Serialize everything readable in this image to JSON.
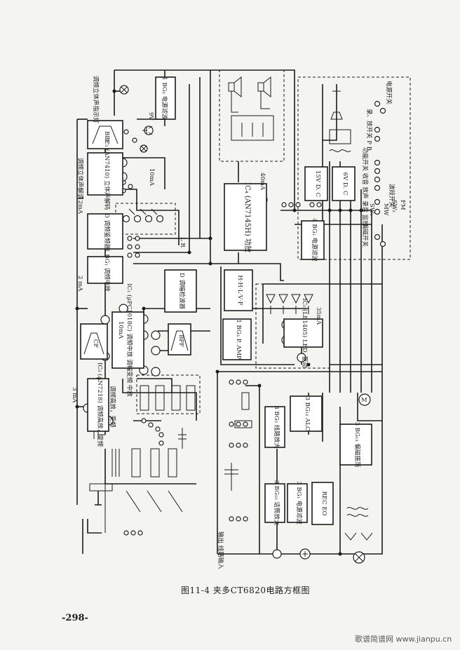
{
  "figure": {
    "caption": "图11-4  夹多CT6820电路方框图",
    "page_number": "-298-",
    "watermark": "歌谱简谱网 www.jianpu.cn"
  },
  "labels": {
    "stereo_indicator": "调频立体声指示灯",
    "stereo_decoder_side": "调频立体声解调",
    "i_12ma": "12mA",
    "i_2ma": "2 mA",
    "i_3ma": "3 mA",
    "i_10ma_left": "10mA",
    "i_10ma_mid": "10mA",
    "i_40ma": "40mA",
    "i_35ma": "35mA",
    "v_9v": "9V",
    "lr": "L  R",
    "out_in": "输出 线路输入",
    "tuner_side": "调频高放，变频"
  },
  "switches": {
    "power": "电源开关",
    "record_play": "录、放开关 P B",
    "function": "功能开关 收音 放声 录音 监放",
    "band_title": "波段开关",
    "band_mw": "MW",
    "band_sw1": "SW₁",
    "band_sw2": "SW₂",
    "band_fm": "FM",
    "bias": "偏磁开关"
  },
  "blocks": {
    "bg2": "1 BG₂ 电源滤波",
    "bpf_top": "BPF",
    "ic2": "IC₂ (AN7410) 立体声解码",
    "demod": "D 调频鉴频器",
    "fm_if": "1 BG₁ 调频中放",
    "cf": "CF",
    "ic1": "IC₁ (μPC1018C) 调频中放 调幅变频 中放",
    "bpf_mid": "BPF",
    "am_det": "D 调幅检波器",
    "ic3": "IC₃ (AN7218) 调频高放，变频",
    "ic4": "IC₄ (AN7145H) 功放",
    "bg4": "4 BG₁ 电源滤波",
    "dc15": "15V D. C",
    "dc6": "6V D. C",
    "dolby": "H·H·L·V·F",
    "pamp": "1 BG₃ P. AMP",
    "ic5": "IC₅ (LB1405) LED. 驱动",
    "bg_line": "3 BG₅ 线路放大",
    "alc": "3 BG₁₂ ALC",
    "mic": "3 BG₁₀ 话筒放大",
    "bg_filter": "3 BG₁ 电源滤波",
    "receo": "REC EO",
    "osc": "3 BG₁₃ 偏磁振荡",
    "motor": "M"
  }
}
